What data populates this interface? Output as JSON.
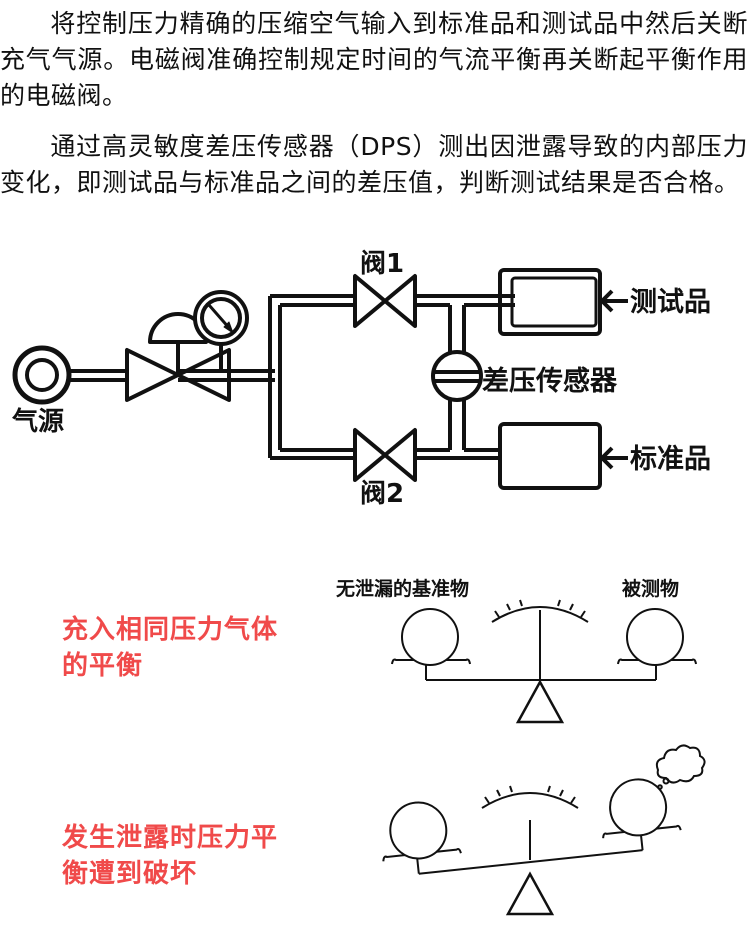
{
  "paragraphs": {
    "p1": "将控制压力精确的压缩空气输入到标准品和测试品中然后关断充气气源。电磁阀准确控制规定时间的气流平衡再关断起平衡作用的电磁阀。",
    "p2": "通过高灵敏度差压传感器（DPS）测出因泄露导致的内部压力变化，即测试品与标准品之间的差压值，判断测试结果是否合格。"
  },
  "diagram": {
    "air_source": "气源",
    "valve1": "阀1",
    "valve2": "阀2",
    "dps": "差压传感器",
    "test_item": "测试品",
    "standard_item": "标准品"
  },
  "balance1": {
    "left_label": "无泄漏的基准物",
    "right_label": "被测物",
    "caption_line1": "充入相同压力气体",
    "caption_line2": "的平衡"
  },
  "balance2": {
    "caption_line1": "发生泄露时压力平",
    "caption_line2": "衡遭到破坏"
  },
  "colors": {
    "caption_red": "#f04a4a",
    "line_black": "#111111"
  }
}
